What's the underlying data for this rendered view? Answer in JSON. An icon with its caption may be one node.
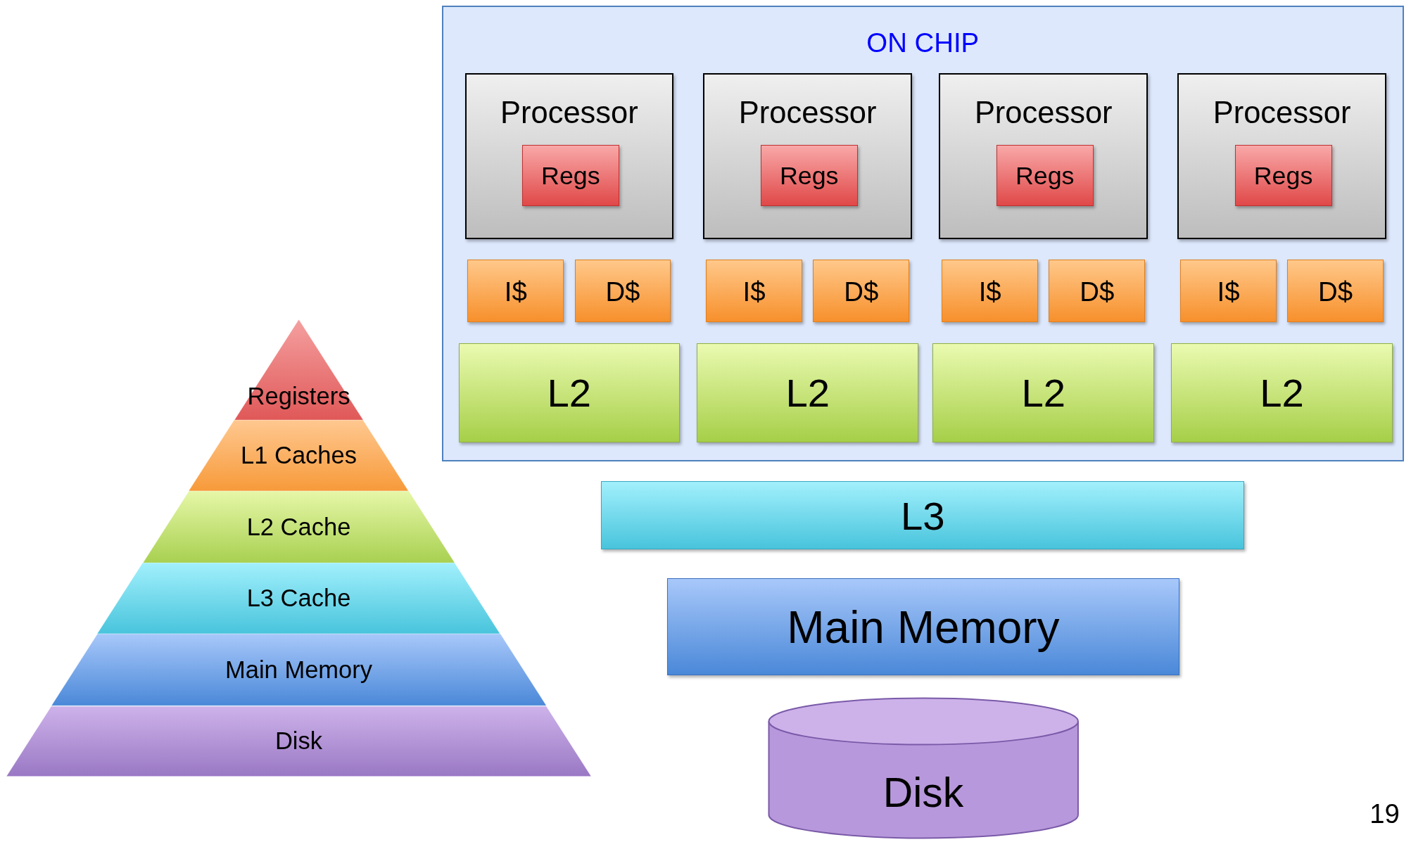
{
  "diagram": {
    "nodes": [
      {
        "text": [
          "ON CHIP"
        ]
      },
      {
        "text": [
          "Processor"
        ],
        "in": 0
      },
      {
        "text": [
          "Regs"
        ],
        "in": 1
      },
      {
        "text": [
          "Processor"
        ],
        "in": 0
      },
      {
        "text": [
          "Regs"
        ],
        "in": 3
      },
      {
        "text": [
          "Processor"
        ],
        "in": 0
      },
      {
        "text": [
          "Regs"
        ],
        "in": 5
      },
      {
        "text": [
          "Processor"
        ],
        "in": 0
      },
      {
        "text": [
          "Regs"
        ],
        "in": 7
      },
      {
        "text": [
          "I$"
        ],
        "in": 0
      },
      {
        "text": [
          "D$"
        ],
        "in": 0
      },
      {
        "text": [
          "I$"
        ],
        "in": 0
      },
      {
        "text": [
          "D$"
        ],
        "in": 0
      },
      {
        "text": [
          "I$"
        ],
        "in": 0
      },
      {
        "text": [
          "D$"
        ],
        "in": 0
      },
      {
        "text": [
          "I$"
        ],
        "in": 0
      },
      {
        "text": [
          "D$"
        ],
        "in": 0
      },
      {
        "text": [
          "L2"
        ],
        "in": 0
      },
      {
        "text": [
          "L2"
        ],
        "in": 0
      },
      {
        "text": [
          "L2"
        ],
        "in": 0
      },
      {
        "text": [
          "L2"
        ],
        "in": 0
      },
      {
        "text": [
          "Registers"
        ]
      },
      {
        "text": [
          "L1 Caches"
        ]
      },
      {
        "text": [
          "L2 Cache"
        ]
      },
      {
        "text": [
          "L3 Cache"
        ]
      },
      {
        "text": [
          "L3"
        ]
      },
      {
        "text": [
          "Main Memory"
        ]
      },
      {
        "text": [
          "Main Memory"
        ]
      },
      {
        "text": [
          "Disk"
        ]
      },
      {
        "text": [
          "Disk"
        ]
      }
    ],
    "labels": [
      "19"
    ]
  }
}
